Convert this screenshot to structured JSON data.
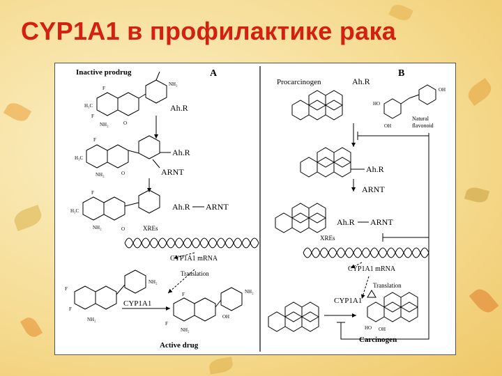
{
  "slide": {
    "title": "CYP1A1 в профилактике рака",
    "background_colors": [
      "#fbf0c8",
      "#f6dd96",
      "#efc868"
    ],
    "title_color": "#d42010"
  },
  "figure": {
    "panel_a": {
      "letter": "A",
      "start_label": "Inactive prodrug",
      "receptor_1": "Ah.R",
      "receptor_2": "Ah.R",
      "arnt_1": "ARNT",
      "complex_ahr": "Ah.R",
      "complex_arnt": "ARNT",
      "xres": "XREs",
      "mrna": "CYP1A1 mRNA",
      "translation": "Translation",
      "enzyme": "CYP1A1",
      "end_label": "Active drug"
    },
    "panel_b": {
      "letter": "B",
      "start_label": "Procarcinogen",
      "receptor_1": "Ah.R",
      "natural_flavonoid_1": "Natural",
      "natural_flavonoid_2": "flavonoid",
      "receptor_2": "Ah.R",
      "arnt_1": "ARNT",
      "complex_ahr": "Ah.R",
      "complex_arnt": "ARNT",
      "xres": "XREs",
      "mrna": "CYP1A1 mRNA",
      "translation": "Translation",
      "enzyme": "CYP1A1",
      "end_label": "Carcinogen"
    }
  }
}
